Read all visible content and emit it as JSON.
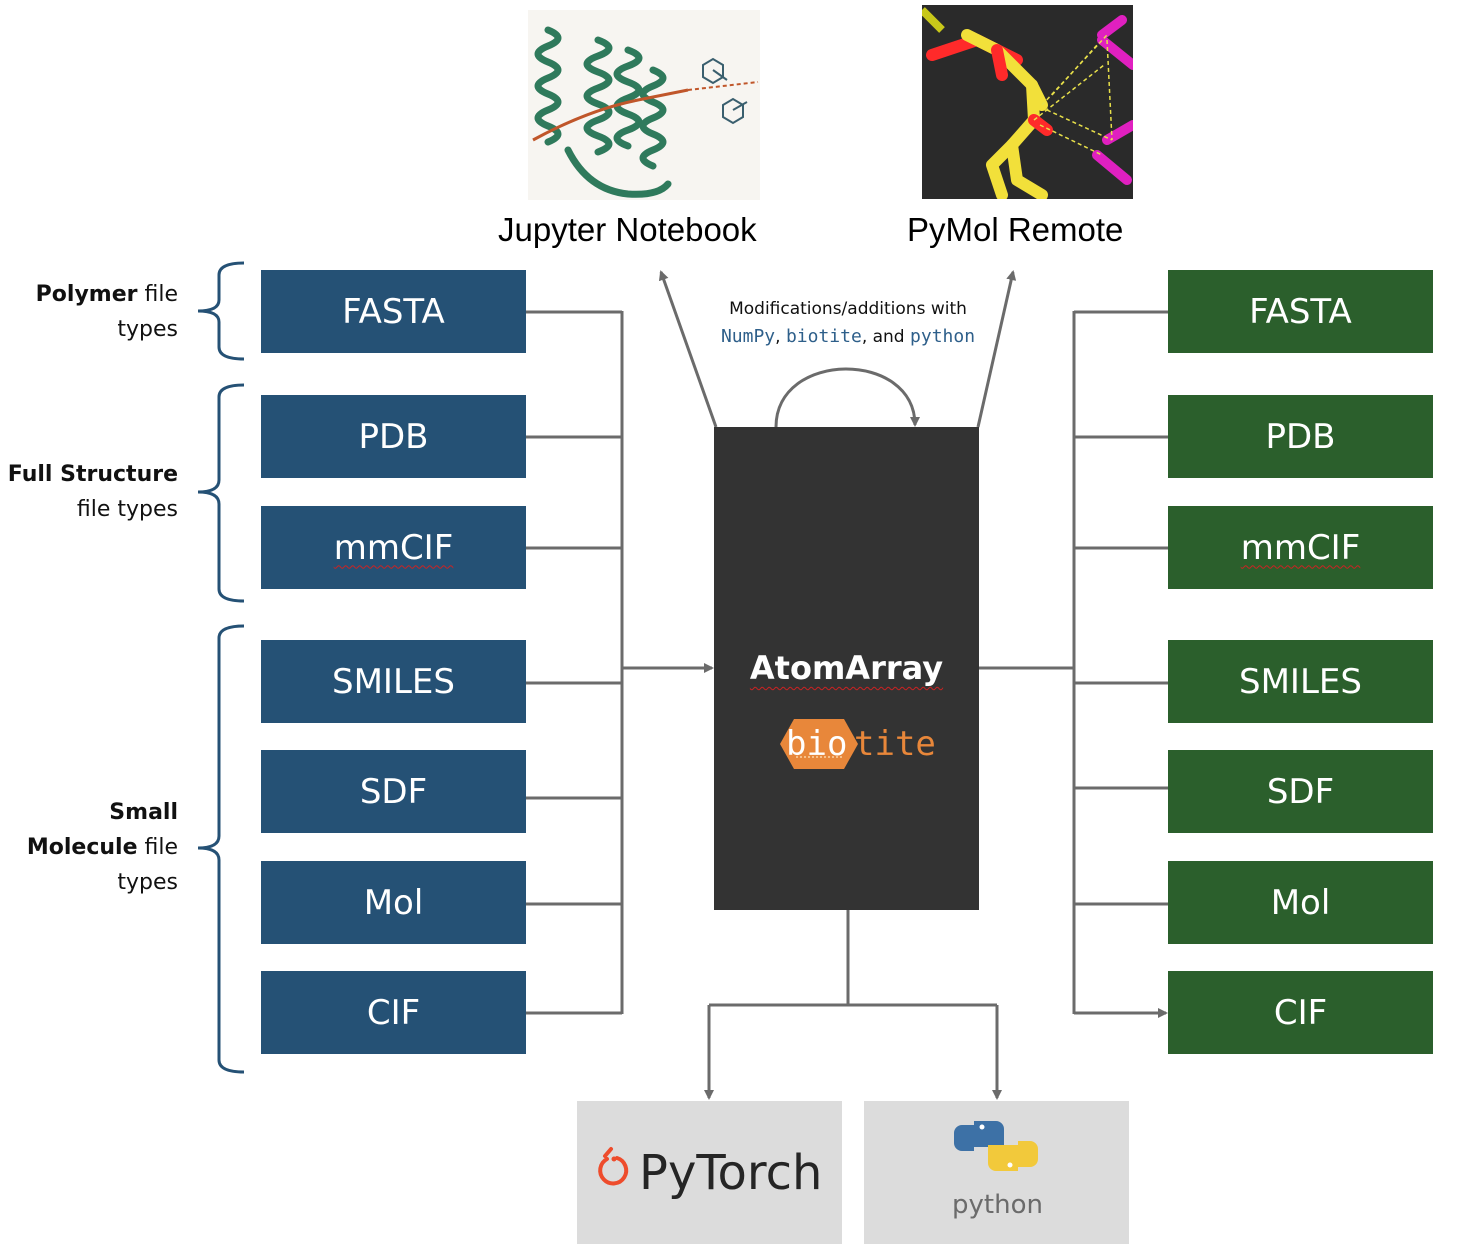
{
  "diagram": {
    "top_outputs": [
      {
        "caption": "Jupyter Notebook",
        "image": "protein-structure-render"
      },
      {
        "caption": "PyMol Remote",
        "image": "pymol-ligand-render"
      }
    ],
    "modification_note": {
      "prefix": "Modifications/additions with",
      "numpy": "NumPy",
      "sep1": ", ",
      "biotite": "biotite",
      "sep2": ", and ",
      "python": "python"
    },
    "groups": [
      {
        "bold": "Polymer",
        "rest1": " file",
        "line2": "types"
      },
      {
        "bold": "Full Structure",
        "rest1": "",
        "line2": "file types"
      },
      {
        "bold": "Small",
        "bold2": "Molecule",
        "rest2": " file",
        "line3": "types"
      }
    ],
    "input_formats": [
      "FASTA",
      "PDB",
      "mmCIF",
      "SMILES",
      "SDF",
      "Mol",
      "CIF"
    ],
    "output_formats": [
      "FASTA",
      "PDB",
      "mmCIF",
      "SMILES",
      "SDF",
      "Mol",
      "CIF"
    ],
    "center": {
      "label": "AtomArray",
      "logo_text_a": "bio",
      "logo_text_b": "tite"
    },
    "bottom_outputs": [
      {
        "label": "PyTorch",
        "icon": "pytorch-flame-icon"
      },
      {
        "label": "python",
        "icon": "python-logo-icon"
      }
    ],
    "colors": {
      "input_box": "#255175",
      "output_box": "#2b5f2c",
      "center_box": "#333333",
      "connector": "#6b6b6b",
      "biotite_orange": "#e8873a",
      "pytorch_orange": "#ee4c2c"
    }
  }
}
